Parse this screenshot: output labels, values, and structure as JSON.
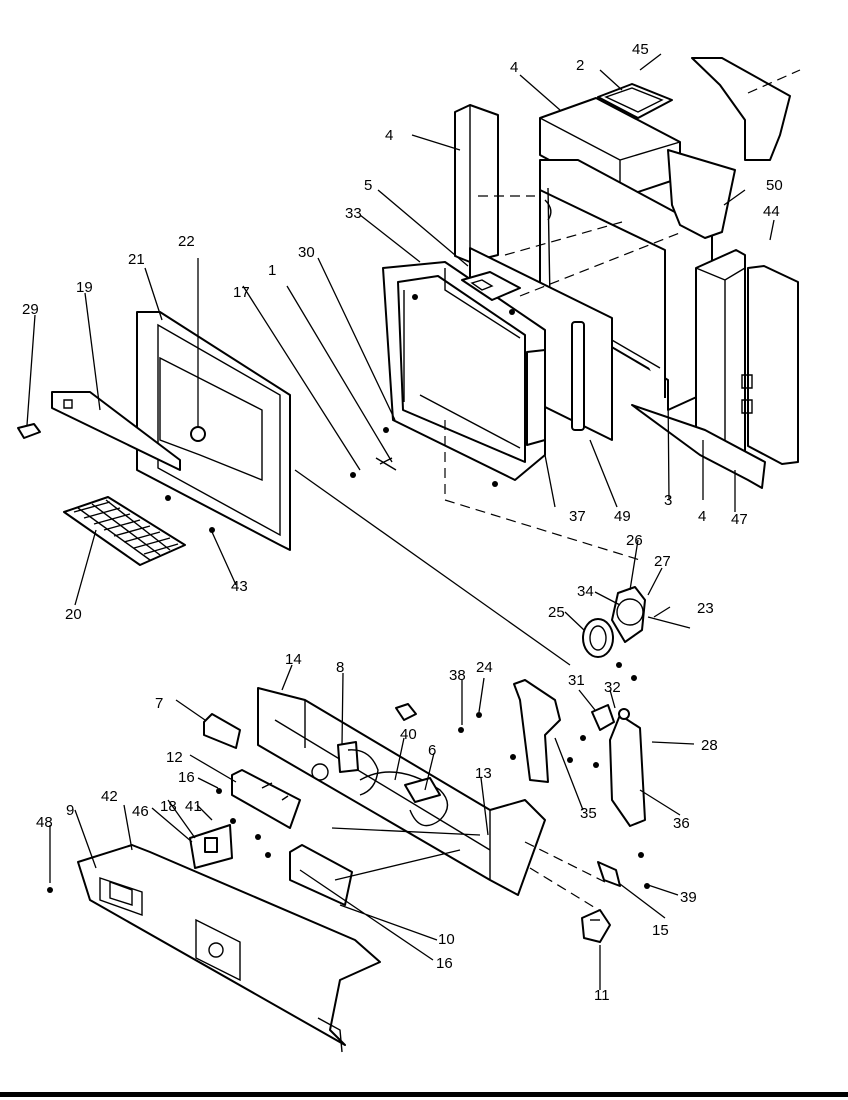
{
  "diagram": {
    "callouts": [
      "45",
      "2",
      "4",
      "4",
      "50",
      "44",
      "5",
      "33",
      "30",
      "1",
      "17",
      "22",
      "21",
      "19",
      "29",
      "37",
      "49",
      "3",
      "4",
      "47",
      "26",
      "27",
      "34",
      "23",
      "25",
      "43",
      "20",
      "14",
      "8",
      "38",
      "24",
      "31",
      "32",
      "7",
      "40",
      "6",
      "28",
      "12",
      "13",
      "16",
      "35",
      "36",
      "18",
      "41",
      "46",
      "42",
      "9",
      "48",
      "39",
      "15",
      "10",
      "16",
      "11"
    ]
  }
}
